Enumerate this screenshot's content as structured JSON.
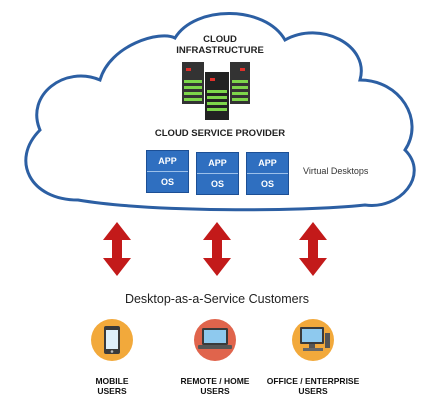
{
  "cloud": {
    "title_line1": "CLOUD",
    "title_line2": "INFRASTRUCTURE",
    "provider_label": "CLOUD SERVICE PROVIDER",
    "virtual_desktops_label": "Virtual Desktops",
    "desktops": [
      {
        "top": "APP",
        "bottom": "OS"
      },
      {
        "top": "APP",
        "bottom": "OS"
      },
      {
        "top": "APP",
        "bottom": "OS"
      }
    ]
  },
  "customers_label": "Desktop-as-a-Service Customers",
  "users": [
    {
      "line1": "MOBILE",
      "line2": "USERS",
      "icon": "mobile-phone-icon"
    },
    {
      "line1": "REMOTE / HOME",
      "line2": "USERS",
      "icon": "laptop-icon"
    },
    {
      "line1": "OFFICE / ENTERPRISE",
      "line2": "USERS",
      "icon": "desktop-computer-icon"
    }
  ],
  "colors": {
    "cloud_outline": "#2c5fa3",
    "desktop_blue": "#2f6fc0",
    "arrow_red": "#c31a1a",
    "icon_circle_orange": "#f2a93b",
    "icon_circle_red": "#e0644c",
    "server_green": "#7dd64a"
  }
}
